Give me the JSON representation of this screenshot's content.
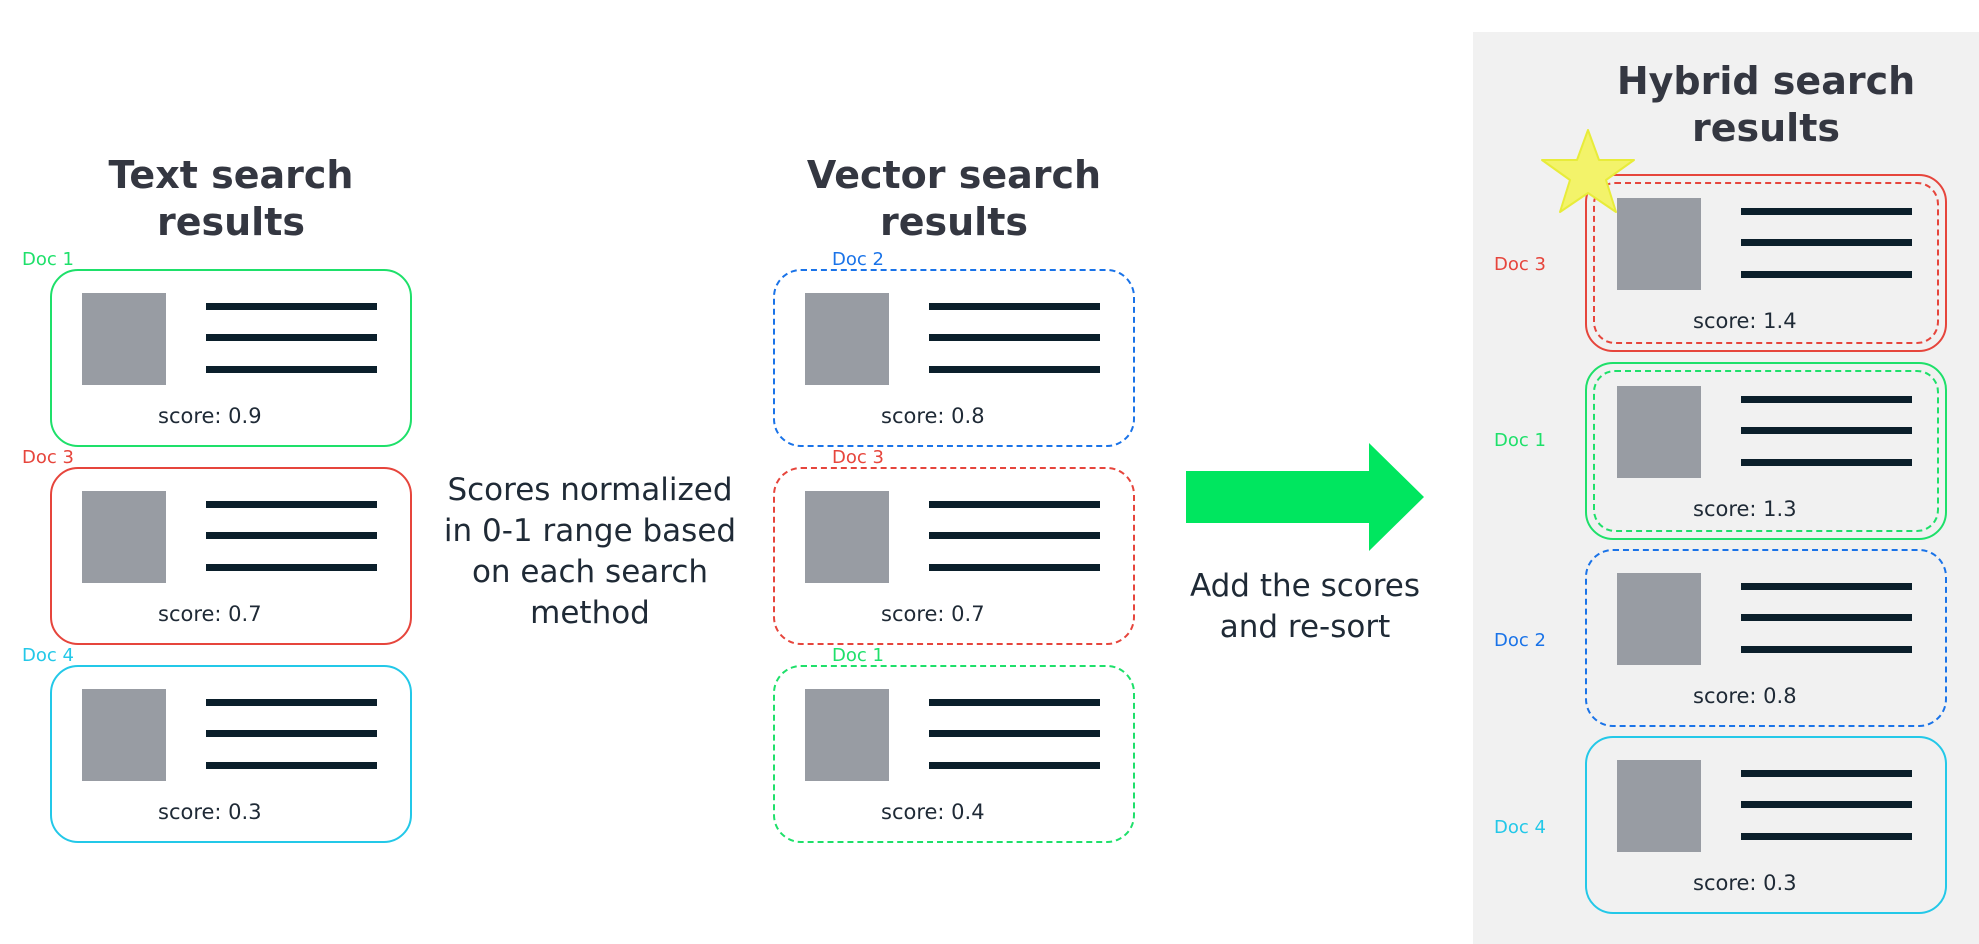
{
  "colors": {
    "doc1": "#1ee06a",
    "doc2": "#1a73e8",
    "doc3": "#e6453c",
    "doc4": "#23c8e8",
    "arrow": "#00e65f",
    "star": "#f3f36a",
    "panel": "#f1f1f1"
  },
  "text_search": {
    "title_line1": "Text search",
    "title_line2": "results",
    "cards": [
      {
        "doc": "Doc 1",
        "score": "score: 0.9"
      },
      {
        "doc": "Doc 3",
        "score": "score: 0.7"
      },
      {
        "doc": "Doc 4",
        "score": "score: 0.3"
      }
    ]
  },
  "normalize_caption": {
    "line1": "Scores normalized",
    "line2": "in 0-1 range based",
    "line3": "on each search",
    "line4": "method"
  },
  "vector_search": {
    "title_line1": "Vector search",
    "title_line2": "results",
    "cards": [
      {
        "doc": "Doc 2",
        "score": "score: 0.8"
      },
      {
        "doc": "Doc 3",
        "score": "score: 0.7"
      },
      {
        "doc": "Doc 1",
        "score": "score: 0.4"
      }
    ]
  },
  "add_caption": {
    "line1": "Add the scores",
    "line2": "and re-sort",
    "arrow_icon": "right-arrow-icon"
  },
  "hybrid_search": {
    "title_line1": "Hybrid search",
    "title_line2": "results",
    "star_icon": "star-icon",
    "cards": [
      {
        "doc": "Doc 3",
        "score": "score: 1.4"
      },
      {
        "doc": "Doc 1",
        "score": "score: 1.3"
      },
      {
        "doc": "Doc 2",
        "score": "score: 0.8"
      },
      {
        "doc": "Doc 4",
        "score": "score: 0.3"
      }
    ]
  }
}
